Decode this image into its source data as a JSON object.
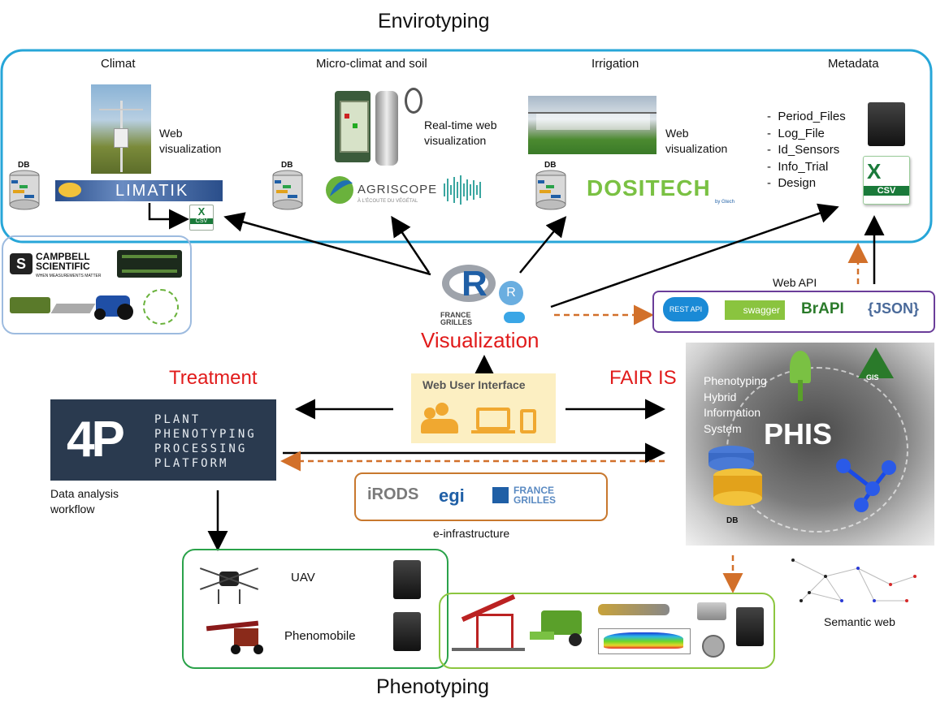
{
  "title_top": "Envirotyping",
  "title_bottom": "Phenotyping",
  "sections": {
    "climat": "Climat",
    "microclimat": "Micro-climat and soil",
    "irrigation": "Irrigation",
    "metadata": "Metadata"
  },
  "web_vis_1": "Web visualization",
  "web_vis_2": "Real-time web visualization",
  "web_vis_3": "Web visualization",
  "db_label": "DB",
  "csv_label": "CSV",
  "metadata_items": [
    "Period_Files",
    "Log_File",
    "Id_Sensors",
    "Info_Trial",
    "Design"
  ],
  "logos": {
    "climatik": "LIMATIK",
    "campbell_1": "CAMPBELL",
    "campbell_2": "SCIENTIFIC",
    "campbell_3": "WHEN MEASUREMENTS MATTER",
    "agriscope": "AGRISCOPE",
    "agriscope_sub": "À L'ÉCOUTE DU VÉGÉTAL",
    "dositech": "DOSITECH",
    "dositech_sub": "by Gtech",
    "r": "R",
    "france_grilles_1": "FRANCE",
    "france_grilles_2": "GRILLES",
    "rest_api": "REST API",
    "swagger": "swagger",
    "brapi": "BrAPI",
    "json": "{JSON}",
    "irods": "iRODS",
    "egi": "egi",
    "gis": "GIS",
    "phis": "PHIS",
    "four_p": "4P",
    "four_p_lines": [
      "PLANT",
      "PHENOTYPING",
      "PROCESSING",
      "PLATFORM"
    ]
  },
  "visualization": "Visualization",
  "treatment": "Treatment",
  "fair_is": "FAIR IS",
  "web_api": "Web API",
  "web_user_interface": "Web User Interface",
  "phis_desc": [
    "Phenotyping",
    "Hybrid",
    "Information",
    "System"
  ],
  "data_analysis": "Data analysis workflow",
  "e_infra": "e-infrastructure",
  "uav": "UAV",
  "phenomobile": "Phenomobile",
  "semantic_web": "Semantic web",
  "colors": {
    "env_box": "#27a6d8",
    "sensor_box": "#9dbbdf",
    "api_box": "#6a3d99",
    "einfra_box": "#c8782e",
    "pheno_box1": "#2aa24a",
    "pheno_box2": "#8cc63f",
    "red_label": "#e11b1b",
    "dash_arrow": "#d2702a"
  }
}
